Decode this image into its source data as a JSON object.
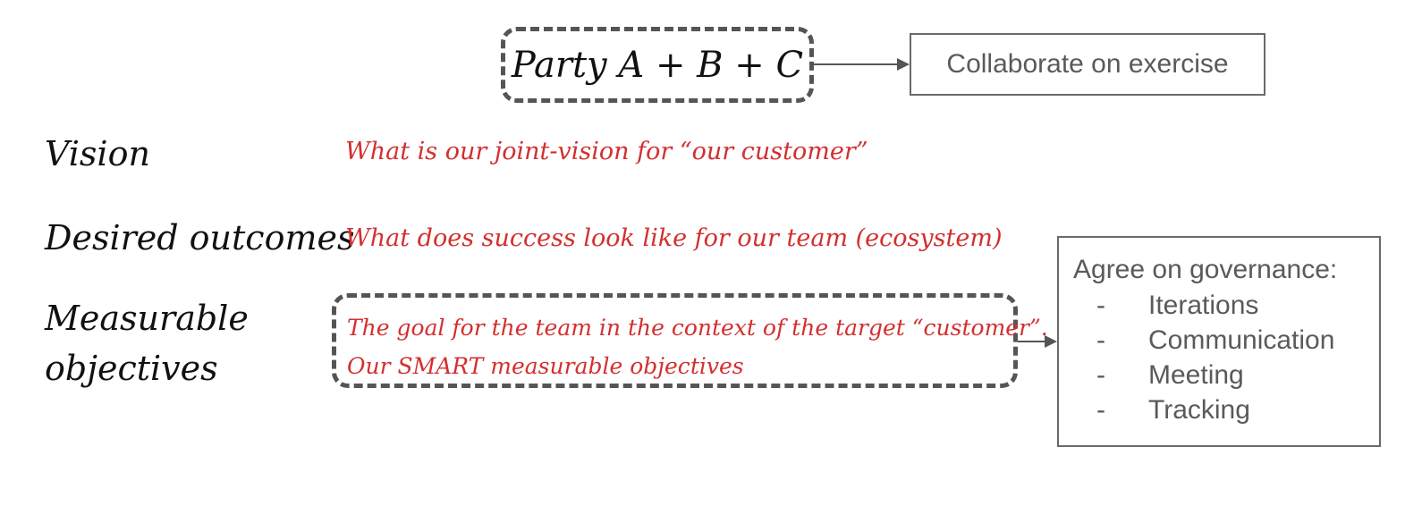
{
  "party_box": {
    "label": "Party A + B + C"
  },
  "collaborate_box": {
    "label": "Collaborate on exercise"
  },
  "rows": {
    "vision": {
      "label": "Vision",
      "text": "What is our joint-vision for “our customer”"
    },
    "desired_outcomes": {
      "label": "Desired outcomes",
      "text": "What does success look like for our team (ecosystem)"
    },
    "measurable_objectives": {
      "label_line1": "Measurable",
      "label_line2": "objectives",
      "text_line1": "The goal for the team in the context of the target “customer”.",
      "text_line2": "Our SMART measurable objectives"
    }
  },
  "governance_box": {
    "title": "Agree on governance:",
    "bullet": "-",
    "items": [
      "Iterations",
      "Communication",
      "Meeting",
      "Tracking"
    ]
  },
  "colors": {
    "accent_red": "#d32f2f",
    "connector_gray": "#555555",
    "box_text_gray": "#5a5a5a"
  }
}
